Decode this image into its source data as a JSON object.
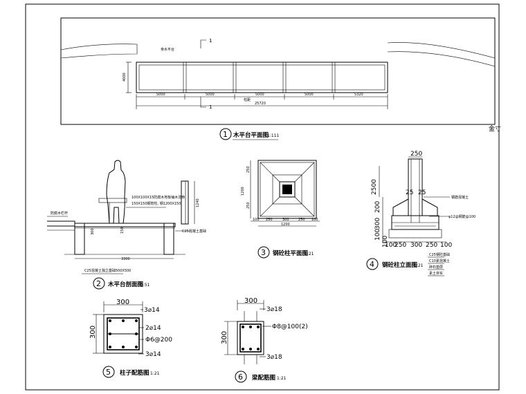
{
  "side_label": "金寸",
  "view1": {
    "number": "1",
    "title": "木平台平面图",
    "scale": "1:111",
    "section_mark": "1",
    "height_dim": "4000",
    "shore_label": "亲水平台",
    "bay_dims": [
      "5000",
      "5000",
      "5000",
      "5000",
      "5320"
    ],
    "bay_note": "柱距",
    "total_dim": "25720"
  },
  "view2": {
    "number": "2",
    "title": "木平台剖面图",
    "scale": "1:51",
    "rail_note": "防腐木栏杆",
    "note_line1": "100X100X15防腐木地板铺木龙骨",
    "note_line2": "150X150钢管柱, 钢1200X150",
    "rail_height": "1240",
    "depth_dim": "150",
    "footing_dim": "300",
    "c25_note": "C25混凝土基础",
    "width_dim": "3300",
    "footing_note": "C25混凝土独立基础500X500"
  },
  "view3": {
    "number": "3",
    "title": "钢砼柱平面图",
    "scale": "1:21",
    "left_dims": [
      "250",
      "1200",
      "250"
    ],
    "bottom_dims": [
      "100",
      "250",
      "300",
      "250",
      "100"
    ],
    "total": "1200"
  },
  "view4": {
    "number": "4",
    "title": "钢砼柱立面图",
    "scale": "1:21",
    "top_dim": "250",
    "height_dim": "2500",
    "inner_dims": [
      "25",
      "25"
    ],
    "left_dims": [
      "200",
      "300",
      "100",
      "100"
    ],
    "bottom_dims": [
      "100",
      "250",
      "300",
      "250",
      "100"
    ],
    "note_right_top": "钢筋混凝土",
    "note_right_mid": "φ12@钢筋@100",
    "legend": [
      "C25钢砼基础",
      "C10素混凝土",
      "碎石垫层",
      "素土夯实"
    ]
  },
  "view5": {
    "number": "5",
    "title": "柱子配筋图",
    "scale": "1:21",
    "top_dim": "300",
    "left_dim": "300",
    "bars_top": "3⌀14",
    "bars_mid": "2⌀14",
    "stirrup": "Φ6@200",
    "bars_bottom": "3⌀14"
  },
  "view6": {
    "number": "6",
    "title": "梁配筋图",
    "scale": "1:21",
    "top_dim": "300",
    "left_dim": "300",
    "bars_top": "3⌀18",
    "stirrup": "Φ8@100(2)",
    "bars_bottom": "3⌀18"
  }
}
